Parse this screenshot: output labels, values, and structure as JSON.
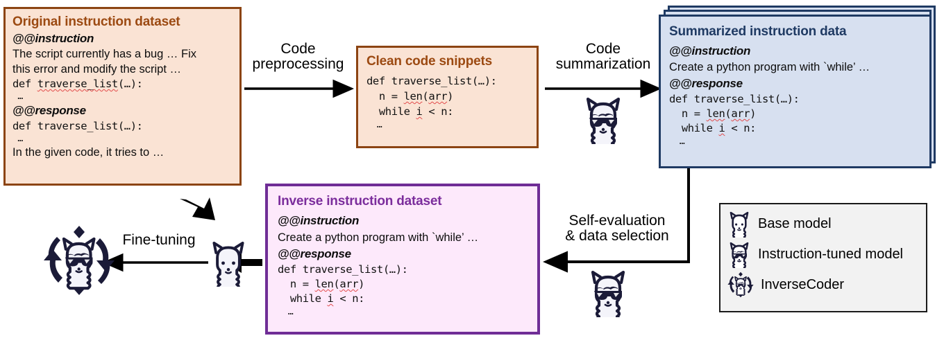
{
  "figure": {
    "type": "pipeline-diagram",
    "title_none": ""
  },
  "boxes": {
    "original": {
      "title": "Original instruction dataset",
      "instruction_tag": "@@instruction",
      "instruction_text_line1": "The script currently has a bug … Fix",
      "instruction_text_line2": "this error and modify the script …",
      "instruction_code_pre": "def ",
      "instruction_code_fn": "traverse_list",
      "instruction_code_post": "(…):",
      "instruction_code_ellipsis": " …",
      "response_tag": "@@response",
      "response_code_pre": "def ",
      "response_code_fn": "traverse_list",
      "response_code_post": "(…):",
      "response_code_ellipsis": " …",
      "response_text": "In the given code, it tries to …"
    },
    "clean": {
      "title": "Clean code snippets",
      "code_line1": "def traverse_list(…):",
      "code_line2_pre": "  n = ",
      "code_line2_fn": "len",
      "code_line2_mid": "(",
      "code_line2_fn2": "arr",
      "code_line2_post": ")",
      "code_line3_pre": "  while ",
      "code_line3_fn": "i",
      "code_line3_post": " < n:",
      "code_line4": "  …"
    },
    "summarized": {
      "title": "Summarized instruction data",
      "instruction_tag": "@@instruction",
      "instruction_text": "Create a python program with `while’ …",
      "response_tag": "@@response",
      "code_line1": "def traverse_list(…):",
      "code_line2_pre": "  n = ",
      "code_line2_fn": "len",
      "code_line2_mid": "(",
      "code_line2_fn2": "arr",
      "code_line2_post": ")",
      "code_line3_pre": "  while ",
      "code_line3_fn": "i",
      "code_line3_post": " < n:",
      "code_line4": "  …"
    },
    "inverse": {
      "title": "Inverse instruction dataset",
      "instruction_tag": "@@instruction",
      "instruction_text": "Create a python program with `while’ …",
      "response_tag": "@@response",
      "code_line1": "def traverse_list(…):",
      "code_line2_pre": "  n = ",
      "code_line2_fn": "len",
      "code_line2_mid": "(",
      "code_line2_fn2": "arr",
      "code_line2_post": ")",
      "code_line3_pre": "  while ",
      "code_line3_fn": "i",
      "code_line3_post": " < n:",
      "code_line4": "  …"
    }
  },
  "arrows": {
    "preprocessing": "Code\npreprocessing",
    "summarization": "Code\nsummarization",
    "self_eval": "Self-evaluation\n& data selection",
    "finetuning": "Fine-tuning"
  },
  "legend": {
    "items": [
      {
        "icon": "llama-base-icon",
        "label": "Base model"
      },
      {
        "icon": "llama-sunglasses-icon",
        "label": "Instruction-tuned model"
      },
      {
        "icon": "llama-inversecoder-icon",
        "label": "InverseCoder"
      }
    ]
  },
  "colors": {
    "orange_fill": "#fae3d4",
    "orange_border": "#8c4412",
    "orange_title": "#9c4a12",
    "blue_fill": "#d7e0f0",
    "blue_border": "#1f3a63",
    "blue_title": "#1f3a63",
    "purple_fill": "#fde9fb",
    "purple_border": "#6f2d96",
    "purple_title": "#7b2d9c",
    "legend_fill": "#f2f2f2",
    "arrow": "#000000",
    "llama_ink": "#1b1b38",
    "squiggle": "#e24a4a"
  }
}
